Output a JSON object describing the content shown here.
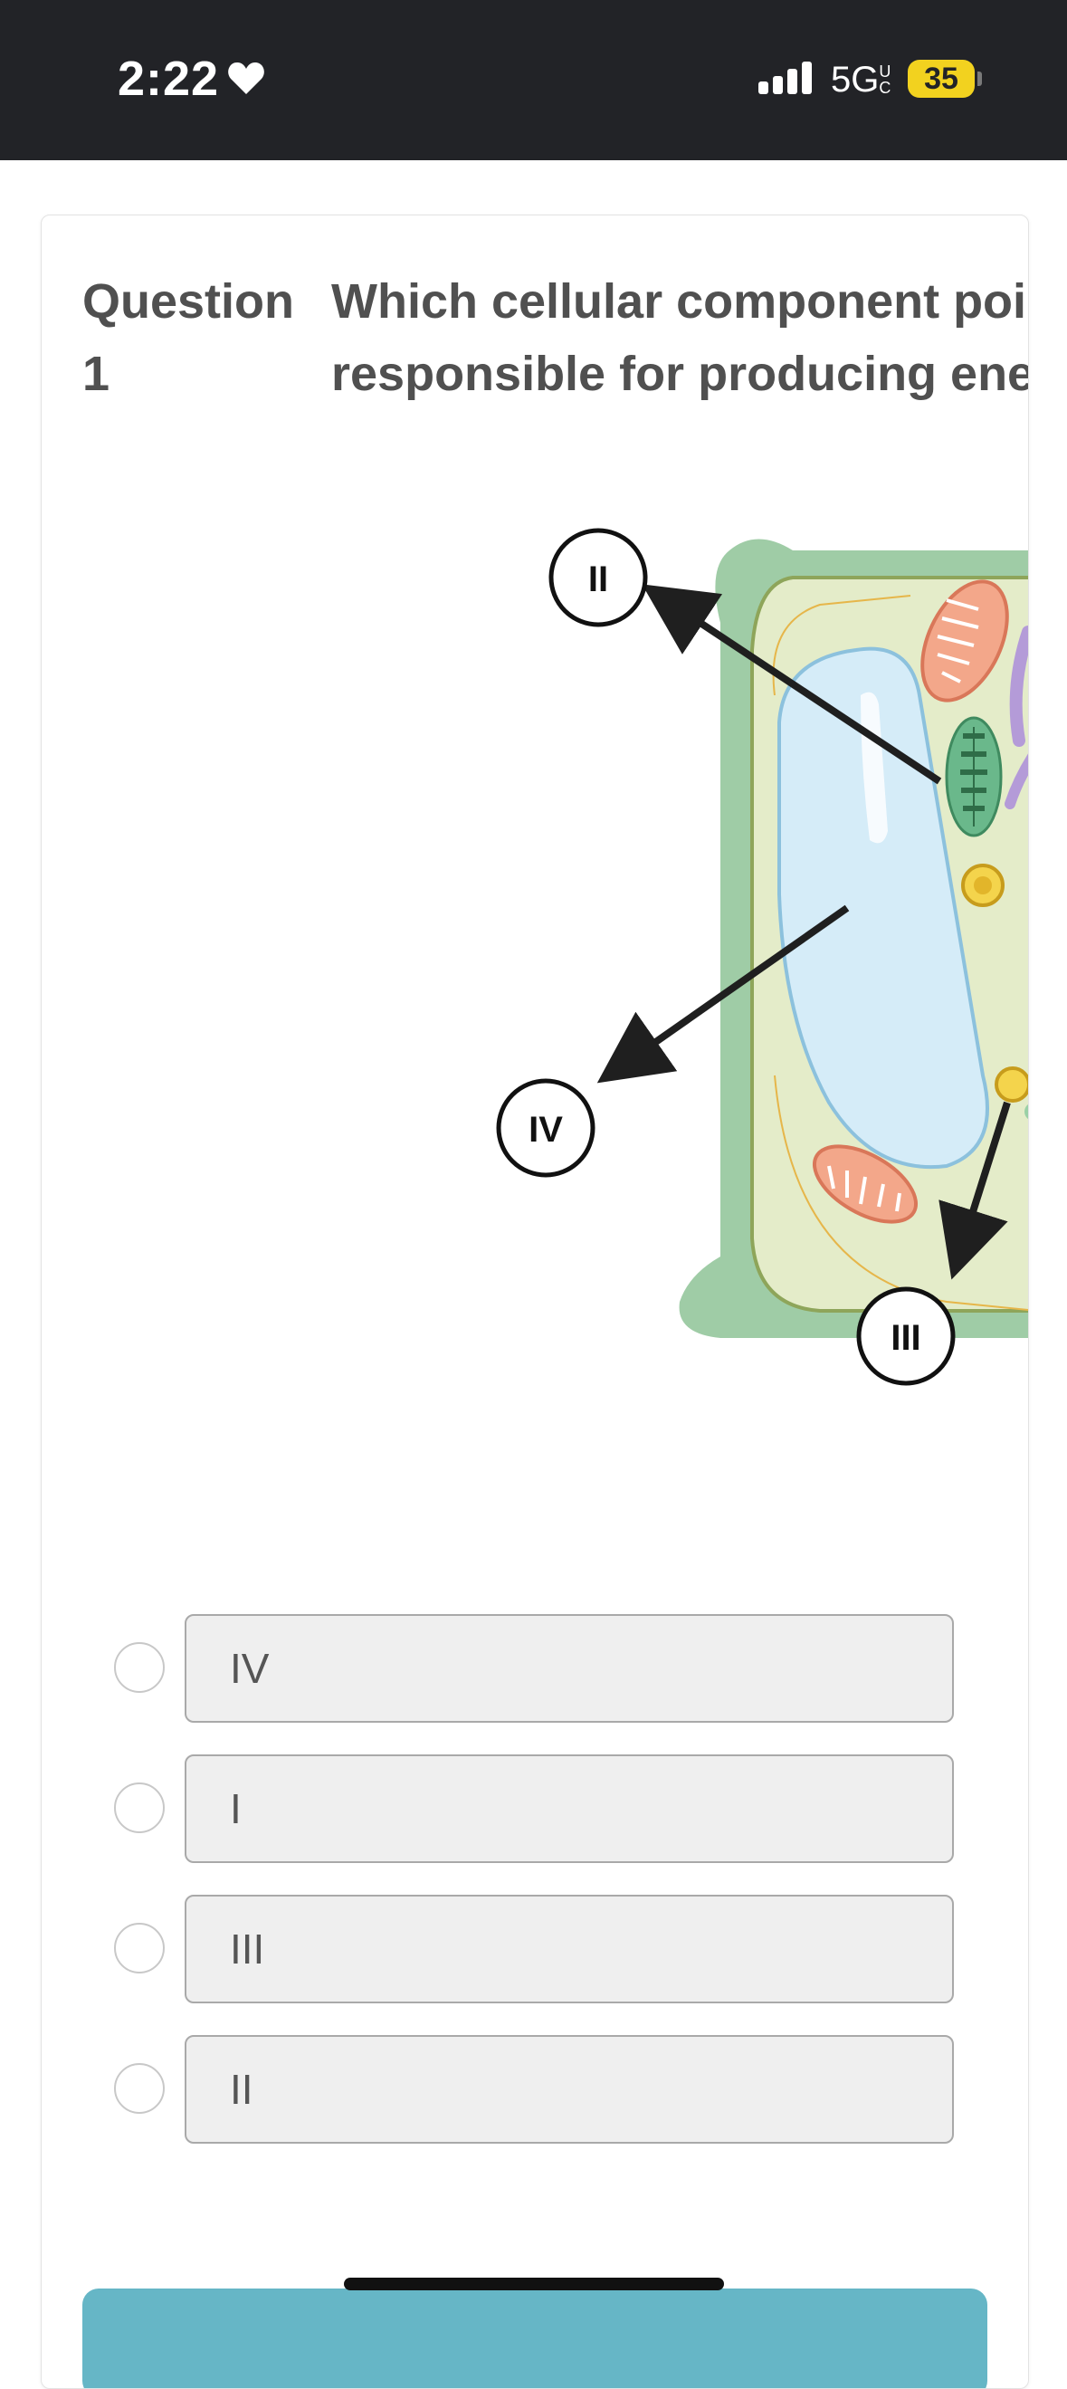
{
  "status_bar": {
    "time": "2:22",
    "network": "5G",
    "network_suffix": "UC",
    "battery": "35"
  },
  "question": {
    "label": "Question 1",
    "text_line1": "Which cellular component poi",
    "text_line2": "responsible for producing ene"
  },
  "diagram": {
    "labels": {
      "ii": "II",
      "iv": "IV",
      "iii": "III"
    }
  },
  "options": [
    {
      "label": "IV"
    },
    {
      "label": "I"
    },
    {
      "label": "III"
    },
    {
      "label": "II"
    }
  ],
  "colors": {
    "status_bar": "#222327",
    "battery": "#f2d21f",
    "cell_wall": "#9fcca6",
    "cytoplasm": "#e4ecc9",
    "submit": "#66b6c6"
  }
}
